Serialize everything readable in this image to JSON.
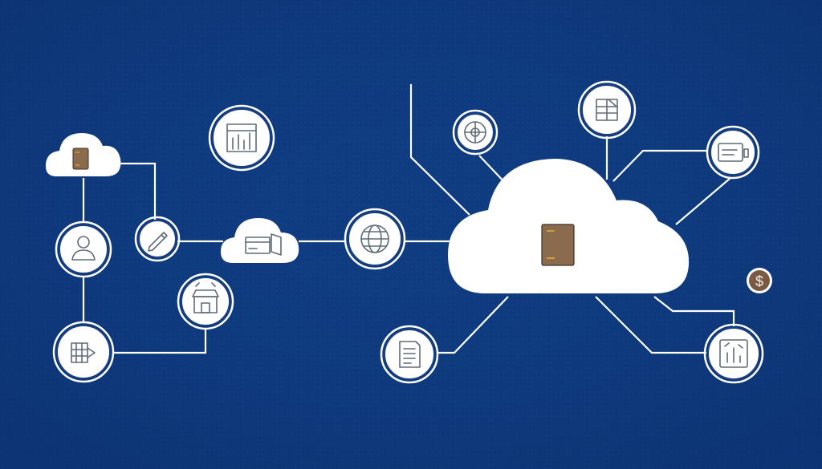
{
  "colors": {
    "background": "#0f3b80",
    "lines": "#ffffff",
    "node_fill": "#ffffff",
    "icon": "#5f6b78",
    "server": "#8a6b4e",
    "server_accent": "#e7a93a",
    "coin": "#7a5a43"
  },
  "coin": {
    "symbol": "$"
  },
  "nodes": [
    {
      "name": "small-cloud-server",
      "icon": "server-icon"
    },
    {
      "name": "user-node",
      "icon": "user-icon"
    },
    {
      "name": "chart-node",
      "icon": "bar-chart-icon"
    },
    {
      "name": "pen-node",
      "icon": "pencil-icon"
    },
    {
      "name": "mid-cloud-card",
      "icon": "credit-card-icon"
    },
    {
      "name": "globe-node",
      "icon": "globe-icon"
    },
    {
      "name": "store-node",
      "icon": "storefront-icon"
    },
    {
      "name": "dashboard-node",
      "icon": "dashboard-icon"
    },
    {
      "name": "main-cloud-server",
      "icon": "server-icon"
    },
    {
      "name": "compass-node",
      "icon": "compass-icon"
    },
    {
      "name": "table-node",
      "icon": "spreadsheet-icon"
    },
    {
      "name": "card-node",
      "icon": "card-icon"
    },
    {
      "name": "document-node",
      "icon": "document-icon"
    },
    {
      "name": "analytics-node",
      "icon": "analytics-icon"
    },
    {
      "name": "coin-node",
      "icon": "dollar-coin-icon"
    }
  ]
}
